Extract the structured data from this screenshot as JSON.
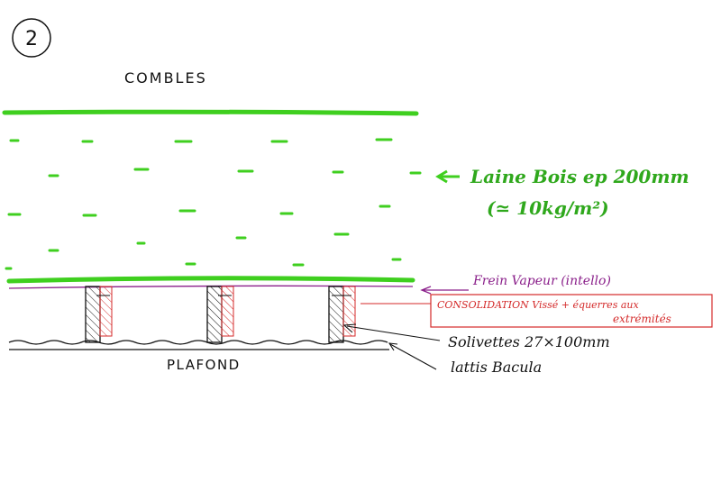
{
  "sheet_number": "2",
  "labels": {
    "attic": "COMBLES",
    "ceiling": "PLAFOND",
    "insulation_line1": "Laine Bois ep 200mm",
    "insulation_line2": "(≃ 10kg/m²)",
    "vapour_barrier": "Frein Vapeur (intello)",
    "consolidation_line1": "CONSOLIDATION Vissé + équerres aux",
    "consolidation_line2": "extrémités",
    "joists": "Solivettes 27×100mm",
    "lath": "lattis Bacula"
  },
  "colors": {
    "insulation": "#3fcf1f",
    "insulation_text": "#2fa81c",
    "vapour_barrier": "#8a1f8a",
    "consolidation": "#d42a2a",
    "ink": "#111111"
  }
}
